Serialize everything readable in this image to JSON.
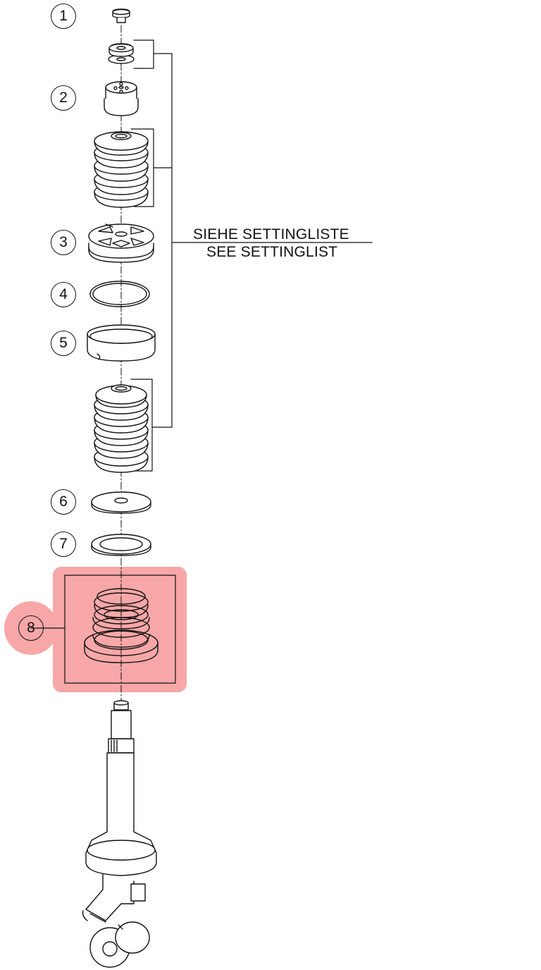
{
  "callouts": [
    {
      "number": "1"
    },
    {
      "number": "2"
    },
    {
      "number": "3"
    },
    {
      "number": "4"
    },
    {
      "number": "5"
    },
    {
      "number": "6"
    },
    {
      "number": "7"
    },
    {
      "number": "8"
    }
  ],
  "note": {
    "line1": "SIEHE SETTINGLISTE",
    "line2": "SEE SETTINGLIST"
  },
  "highlight": {
    "item": "8",
    "color": "#f7a7a7"
  }
}
